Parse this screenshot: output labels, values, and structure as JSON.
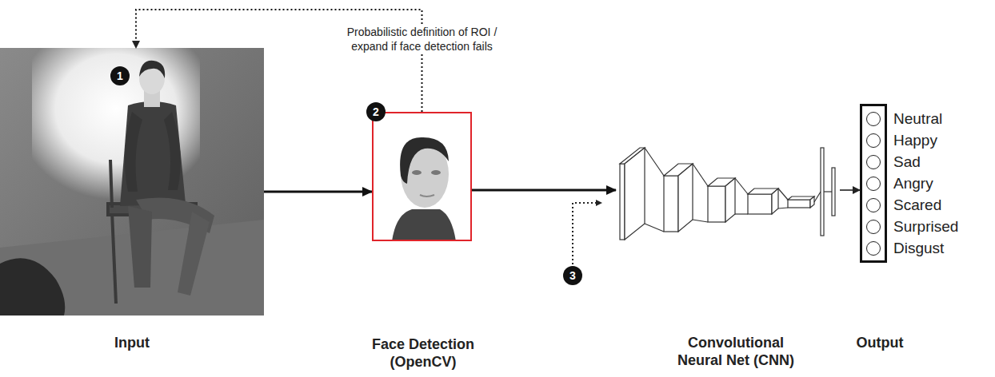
{
  "diagram": {
    "nodes": [
      {
        "text": [
          "Input"
        ]
      },
      {
        "text": [
          "Face Detection (OpenCV)"
        ]
      },
      {
        "text": [
          "Convolutional Neural Net (CNN)"
        ]
      },
      {
        "text": [
          "Output",
          "Neutral",
          "Happy",
          "Sad",
          "Angry",
          "Scared",
          "Surprised",
          "Disgust"
        ]
      }
    ],
    "edges": [
      {
        "from": 0,
        "to": 1,
        "arrow": "to"
      },
      {
        "from": 1,
        "to": 2,
        "arrow": "to"
      },
      {
        "from": 2,
        "to": 3,
        "arrow": "to"
      },
      {
        "from": 1,
        "to": 0,
        "label": "Probabilistic definition of ROI / expand if face detection fails",
        "arrow": "to"
      }
    ],
    "labels": [
      "1",
      "2",
      "3"
    ]
  }
}
